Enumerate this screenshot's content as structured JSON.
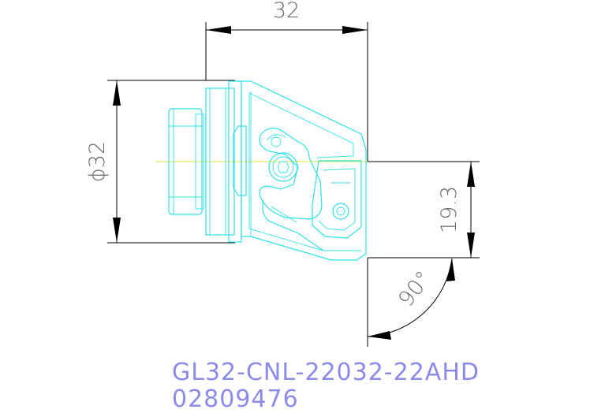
{
  "dimensions": {
    "width_top": "32",
    "diameter": "ϕ32",
    "height_right": "19.3",
    "angle": "90°"
  },
  "title": {
    "part_number": "GL32-CNL-22032-22AHD",
    "order_code": "02809476"
  },
  "colors": {
    "outline": "#2fe0e6",
    "centerline": "#e3e03a",
    "dimension": "#000000",
    "title_text": "#8c8ce6"
  }
}
